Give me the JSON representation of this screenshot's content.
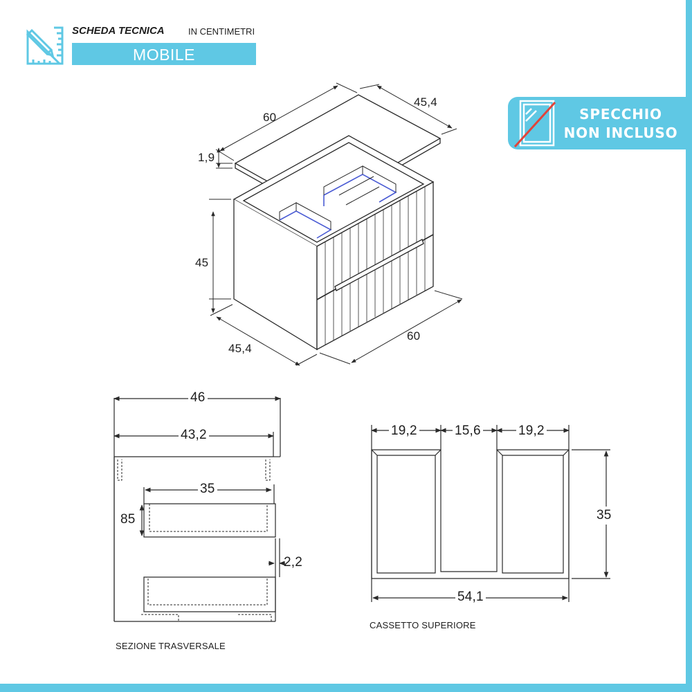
{
  "header": {
    "title": "SCHEDA TECNICA",
    "unit": "IN CENTIMETRI",
    "product": "MOBILE",
    "icon": "ruler-pencil-icon"
  },
  "badge": {
    "line1": "SPECCHIO",
    "line2": "NON INCLUSO",
    "icon": "mirror-crossed-icon"
  },
  "isometric": {
    "top_width": "60",
    "top_depth": "45,4",
    "top_thickness": "1,9",
    "height": "45",
    "base_depth": "45,4",
    "base_width": "60"
  },
  "cross_section": {
    "title": "SEZIONE TRASVERSALE",
    "total_depth": "46",
    "inner_depth": "43,2",
    "drawer_depth": "35",
    "drawer_height": "85",
    "gap": "2,2"
  },
  "top_drawer": {
    "title": "CASSETTO SUPERIORE",
    "left_width": "19,2",
    "middle_width": "15,6",
    "right_width": "19,2",
    "height": "35",
    "total_width": "54,1"
  },
  "colors": {
    "accent": "#5fc8e4",
    "line": "#2a2a2a",
    "highlight": "#4a5bd4"
  }
}
